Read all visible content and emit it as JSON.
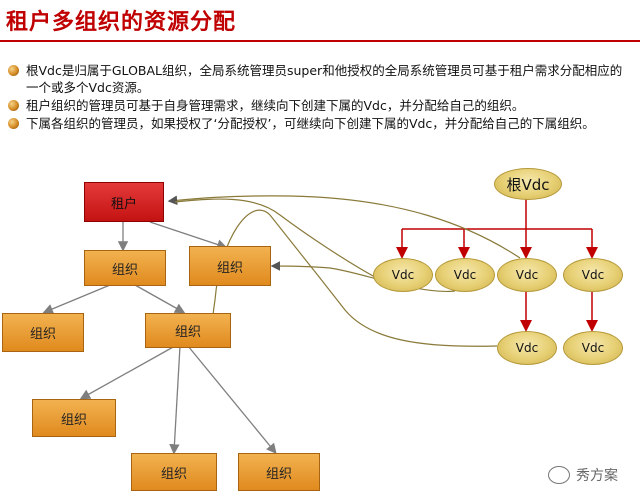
{
  "title": "租户多组织的资源分配",
  "bullets": [
    "根Vdc是归属于GLOBAL组织，全局系统管理员super和他授权的全局系统管理员可基于租户需求分配相应的一个或多个Vdc资源。",
    "租户组织的管理员可基于自身管理需求，继续向下创建下属的Vdc，并分配给自己的组织。",
    "下属各组织的管理员，如果授权了‘分配授权’，可继续向下创建下属的Vdc，并分配给自己的下属组织。"
  ],
  "diagram": {
    "tenant": "租户",
    "org_level1": "组织",
    "org_level1_right": "组织",
    "org_level2_left": "组织",
    "org_level2_mid": "组织",
    "org_level3": "组织",
    "org_level4_left": "组织",
    "org_level4_right": "组织",
    "root_vdc": "根Vdc",
    "vdc_1": "Vdc",
    "vdc_2": "Vdc",
    "vdc_3": "Vdc",
    "vdc_4": "Vdc",
    "vdc_5": "Vdc",
    "vdc_6": "Vdc"
  },
  "colors": {
    "title": "#c00000",
    "tenant": "#d42020",
    "org": "#eb9d35",
    "vdc": "#e6cf73",
    "red_arrow": "#c00000",
    "gray_arrow": "#7f7f7f",
    "olive_line": "#8a7a3a"
  },
  "watermark": "秀方案"
}
